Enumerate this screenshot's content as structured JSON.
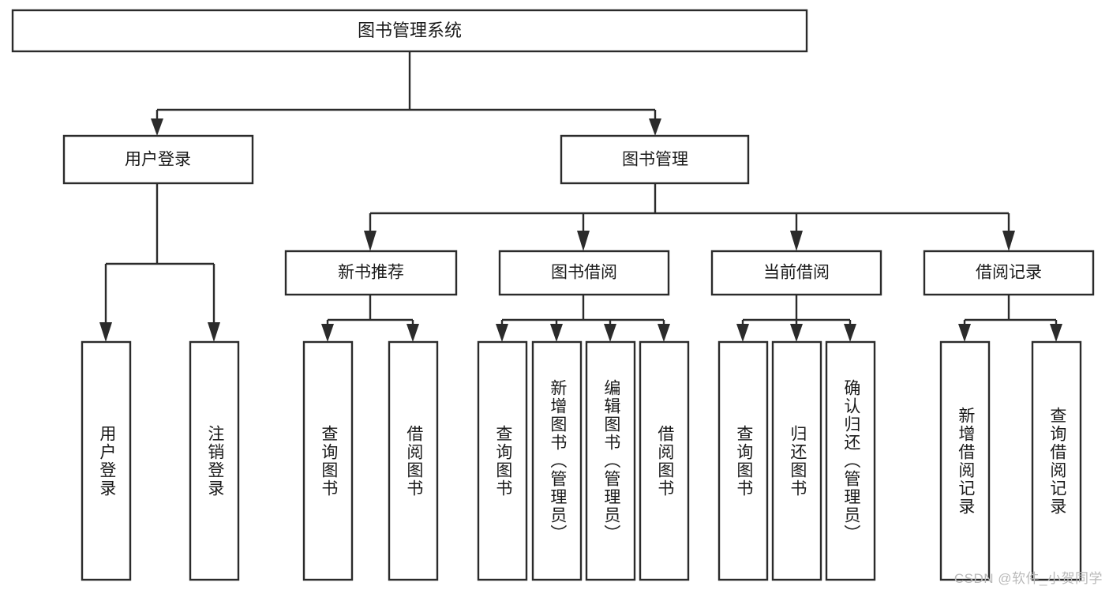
{
  "diagram": {
    "title": "图书管理系统",
    "type": "tree-hierarchy-diagram",
    "colors": {
      "box_stroke": "#2b2b2b",
      "box_fill": "#ffffff",
      "text": "#1a1a1a",
      "background": "#ffffff",
      "watermark": "#b9b9b9"
    },
    "root": {
      "label": "图书管理系统"
    },
    "level2": [
      {
        "label": "用户登录"
      },
      {
        "label": "图书管理"
      }
    ],
    "level3": [
      {
        "label": "新书推荐"
      },
      {
        "label": "图书借阅"
      },
      {
        "label": "当前借阅"
      },
      {
        "label": "借阅记录"
      }
    ],
    "leaves": {
      "user_login": [
        {
          "label": "用户登录"
        },
        {
          "label": "注销登录"
        }
      ],
      "new_book_recommend": [
        {
          "label": "查询图书"
        },
        {
          "label": "借阅图书"
        }
      ],
      "book_borrow": [
        {
          "label": "查询图书"
        },
        {
          "label": "新增图书（管理员）"
        },
        {
          "label": "编辑图书（管理员）"
        },
        {
          "label": "借阅图书"
        }
      ],
      "current_borrow": [
        {
          "label": "查询图书"
        },
        {
          "label": "归还图书"
        },
        {
          "label": "确认归还（管理员）"
        }
      ],
      "borrow_record": [
        {
          "label": "新增借阅记录"
        },
        {
          "label": "查询借阅记录"
        }
      ]
    },
    "watermark": "CSDN @软件_小贺同学"
  }
}
